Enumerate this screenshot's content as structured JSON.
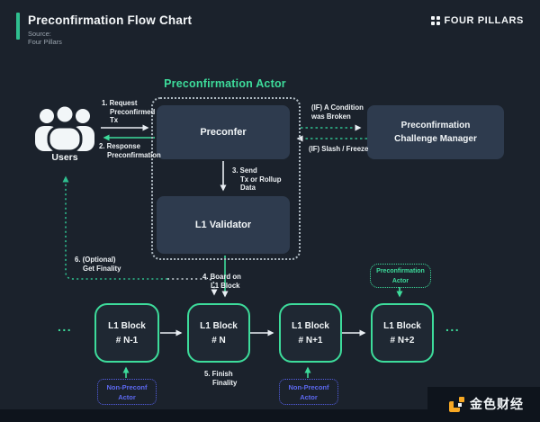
{
  "header": {
    "title": "Preconfirmation Flow Chart",
    "source_label": "Source:",
    "source_value": "Four Pillars",
    "brand": "FOUR PILLARS"
  },
  "footer": {
    "brand": "金色财经"
  },
  "colors": {
    "background": "#1B222C",
    "accent_green": "#3DDC9B",
    "accent_blue": "#5560E8",
    "node_fill": "#2E3B4E",
    "brand_yellow": "#F7A823"
  },
  "diagram": {
    "group_title": "Preconfirmation Actor",
    "nodes": {
      "users": "Users",
      "preconfer": "Preconfer",
      "l1_validator": "L1 Validator",
      "challenge_manager": {
        "line1": "Preconfirmation",
        "line2": "Challenge Manager"
      },
      "preconf_actor_tag": {
        "line1": "Preconfirmation",
        "line2": "Actor"
      },
      "non_preconf_actor_left": {
        "line1": "Non-Preconf",
        "line2": "Actor"
      },
      "non_preconf_actor_right": {
        "line1": "Non-Preconf",
        "line2": "Actor"
      }
    },
    "labels": {
      "step1": {
        "l1": "1. Request",
        "l2": "Preconfirmed",
        "l3": "Tx"
      },
      "step2": {
        "l1": "2. Response",
        "l2": "Preconfirmation"
      },
      "step3": {
        "l1": "3. Send",
        "l2": "Tx or Rollup",
        "l3": "Data"
      },
      "step4": {
        "l1": "4. Board on",
        "l2": "L1 Block"
      },
      "step5": {
        "l1": "5. Finish",
        "l2": "Finality"
      },
      "step6": {
        "l1": "6. (Optional)",
        "l2": "Get Finality"
      },
      "if_condition": {
        "l1": "(IF) A Condition",
        "l2": "was Broken"
      },
      "if_slash": "(IF) Slash / Freeze"
    },
    "blocks": [
      {
        "line1": "L1 Block",
        "line2": "# N-1"
      },
      {
        "line1": "L1 Block",
        "line2": "# N"
      },
      {
        "line1": "L1 Block",
        "line2": "# N+1"
      },
      {
        "line1": "L1 Block",
        "line2": "# N+2"
      }
    ],
    "ellipsis_left": "...",
    "ellipsis_right": "..."
  }
}
